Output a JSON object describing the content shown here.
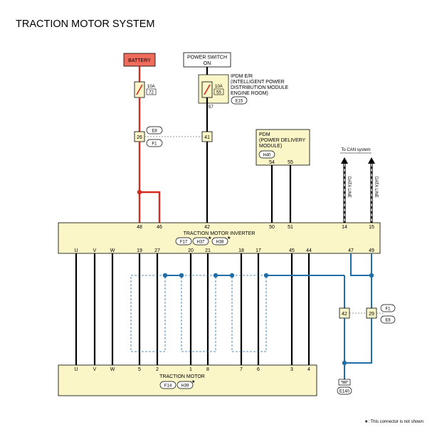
{
  "title": "TRACTION MOTOR SYSTEM",
  "battery": {
    "label": "BATTERY",
    "fuse_rating": "10A",
    "fuse_number": "72"
  },
  "power_switch": {
    "line1": "POWER SWITCH",
    "line2": "ON"
  },
  "ipdm": {
    "line1": "IPDM E/R",
    "line2": "(INTELLIGENT POWER",
    "line3": "DISTRIBUTION MODULE",
    "line4": "ENGINE ROOM)",
    "connector": "E15",
    "fuse_rating": "10A",
    "fuse_number": "55",
    "pin": "57"
  },
  "joint_upper": {
    "left_pin": "26",
    "right_pin": "41",
    "connector_top": "E8",
    "connector_bottom": "F1"
  },
  "pdm": {
    "line1": "PDM",
    "line2": "(POWER DELIVERY",
    "line3": "MODULE)",
    "connector": "H40",
    "pins": [
      "54",
      "55"
    ]
  },
  "can": {
    "label": "To CAN system",
    "data_line": "DATA LINE"
  },
  "inverter": {
    "name": "TRACTION MOTOR INVERTER",
    "connectors": [
      "F17",
      "H37",
      "H38"
    ],
    "top_pins": [
      "48",
      "46",
      "42",
      "50",
      "51",
      "14",
      "15"
    ],
    "bottom_pins": [
      "U",
      "V",
      "W",
      "19",
      "27",
      "20",
      "21",
      "18",
      "17",
      "45",
      "44",
      "47",
      "49"
    ]
  },
  "joint_lower": {
    "left_pin": "42",
    "right_pin": "29",
    "connector_top": "F1",
    "connector_bottom": "E8"
  },
  "motor": {
    "name": "TRACTION MOTOR",
    "connectors": [
      "F14",
      "H39"
    ],
    "pins": [
      "U",
      "V",
      "W",
      "5",
      "2",
      "1",
      "8",
      "7",
      "6",
      "3",
      "4"
    ]
  },
  "ground": {
    "label": "E140"
  },
  "star": "★",
  "footnote": "★: This connector is not shown",
  "colors": {
    "red": "#d42a1f",
    "blue": "#1f6ea8",
    "box_fill": "#fbf6c8",
    "battery_fill": "#ef6b5c"
  }
}
